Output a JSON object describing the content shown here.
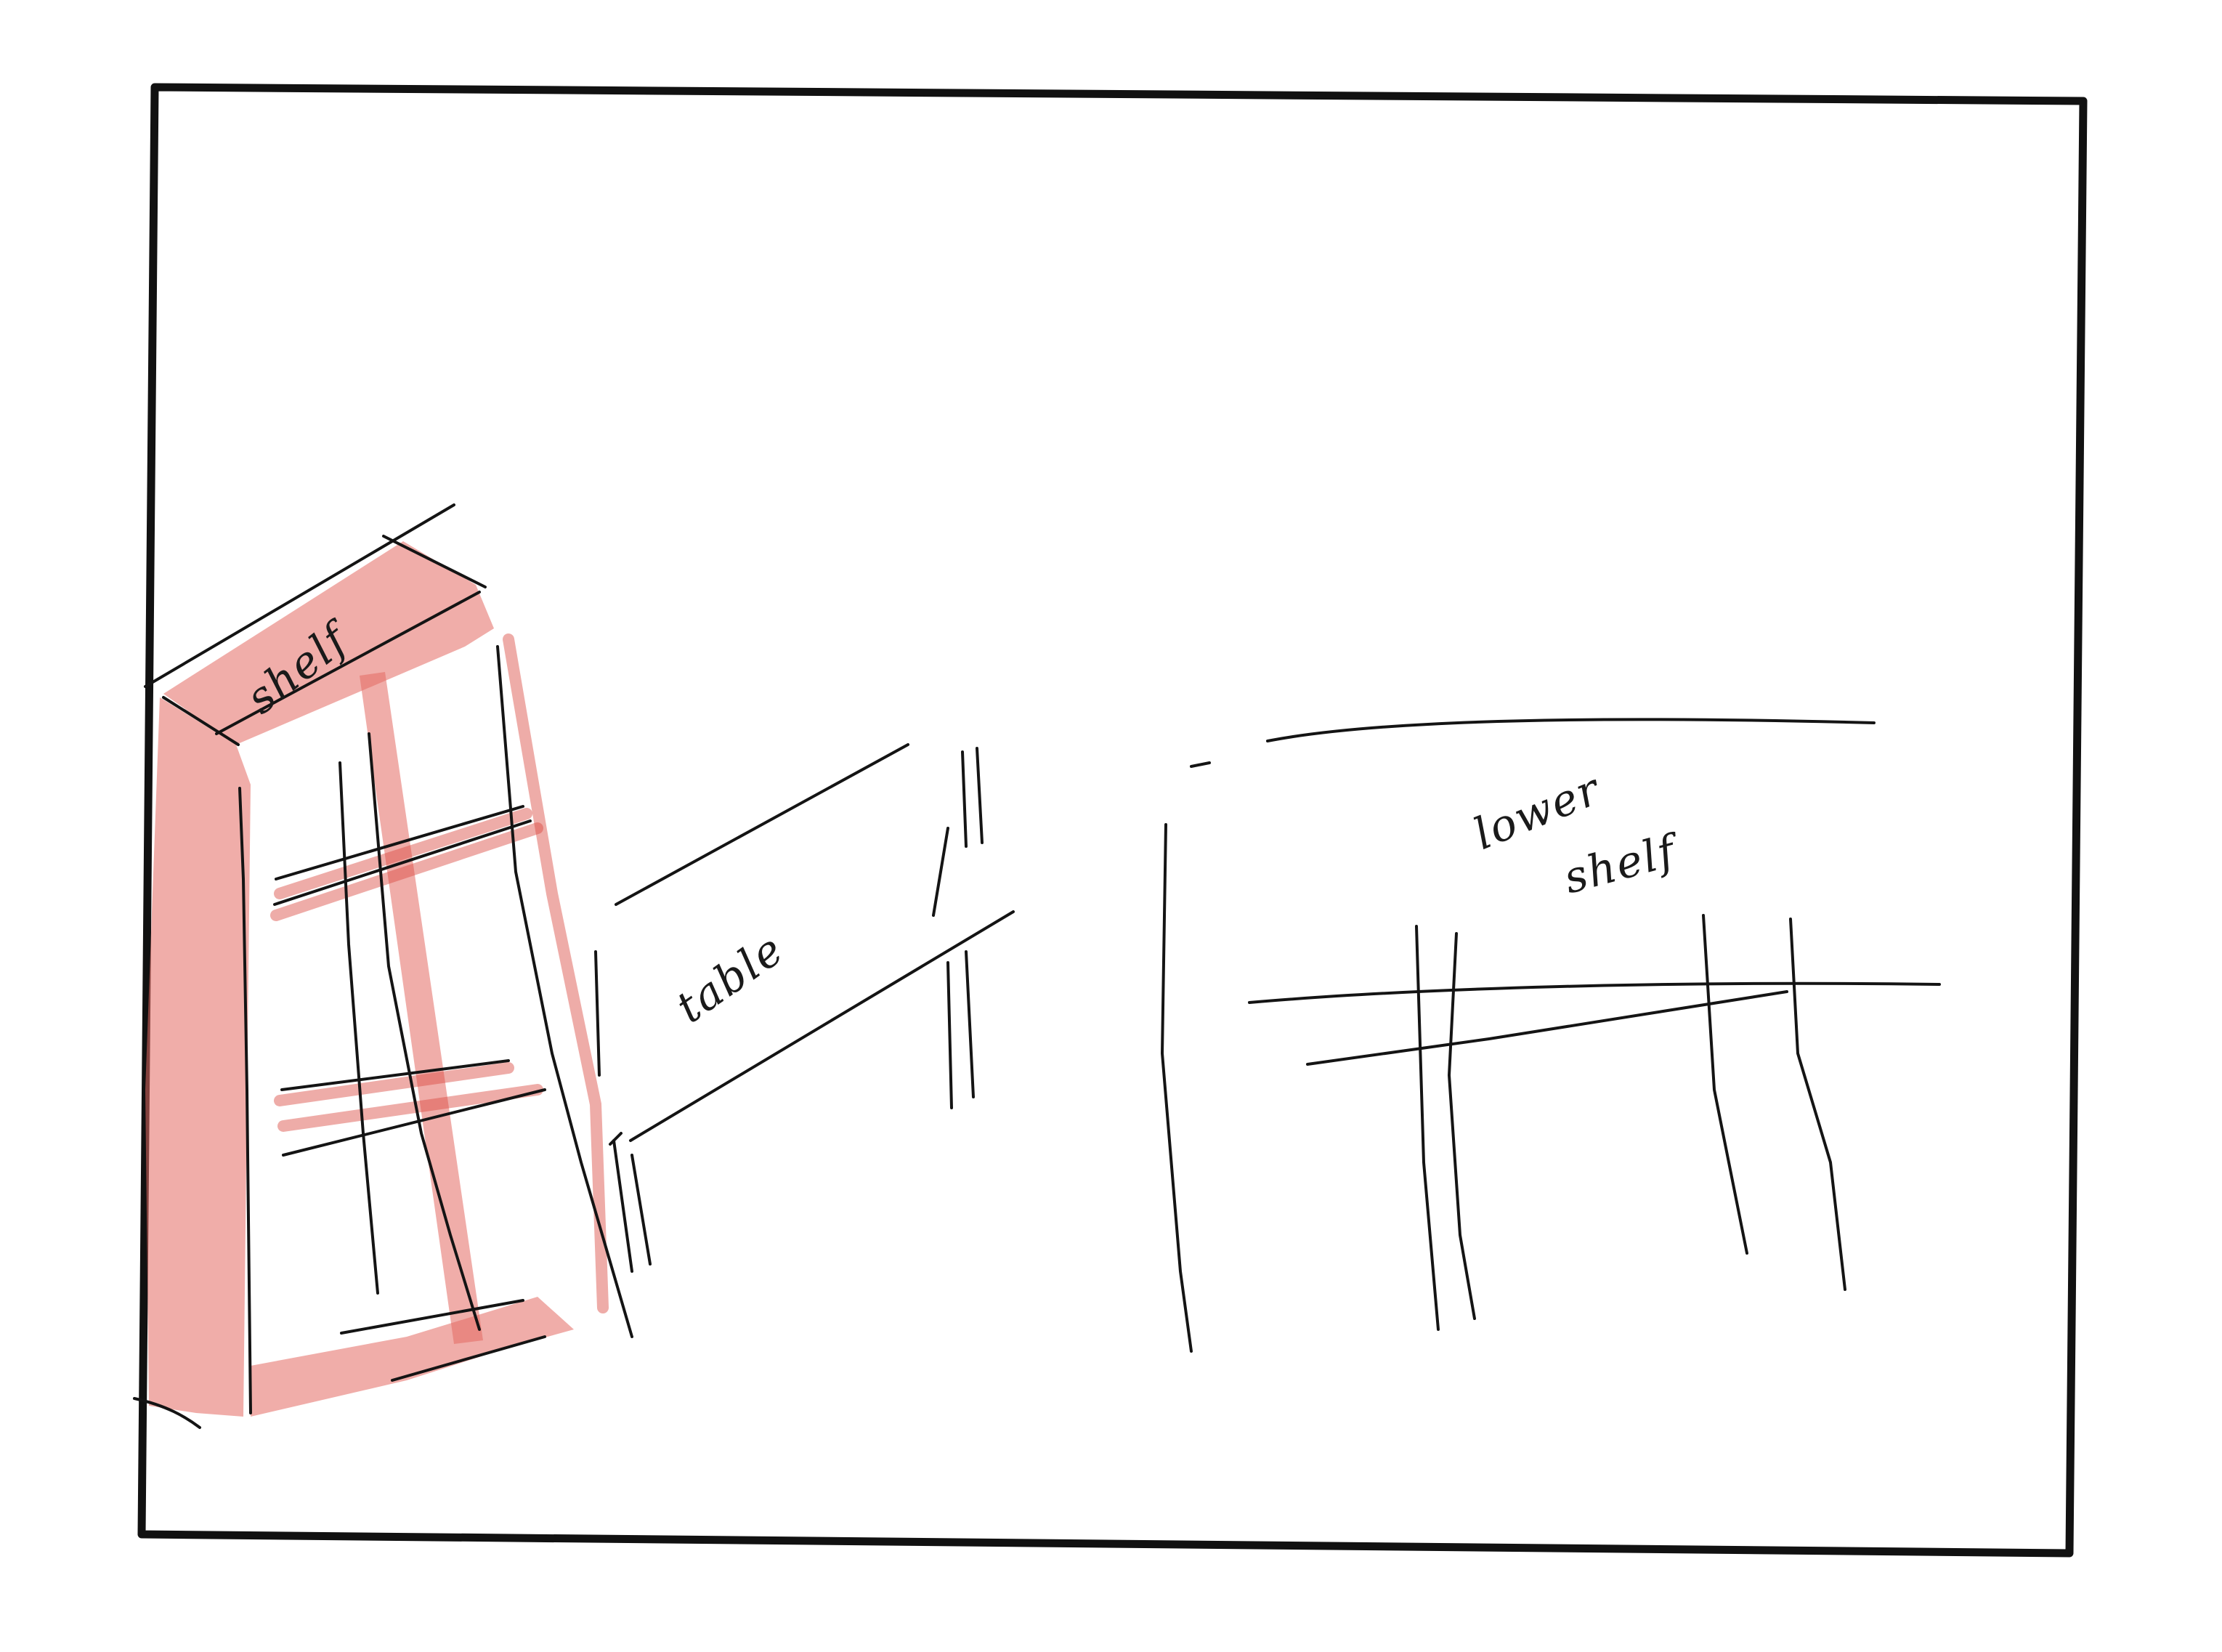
{
  "labels": {
    "shelf": "shelf",
    "table": "table",
    "lower_shelf_line1": "lower",
    "lower_shelf_line2": "shelf"
  },
  "colors": {
    "ink": "#141414",
    "crayon_red": "#e36a62",
    "paper": "#ffffff"
  }
}
